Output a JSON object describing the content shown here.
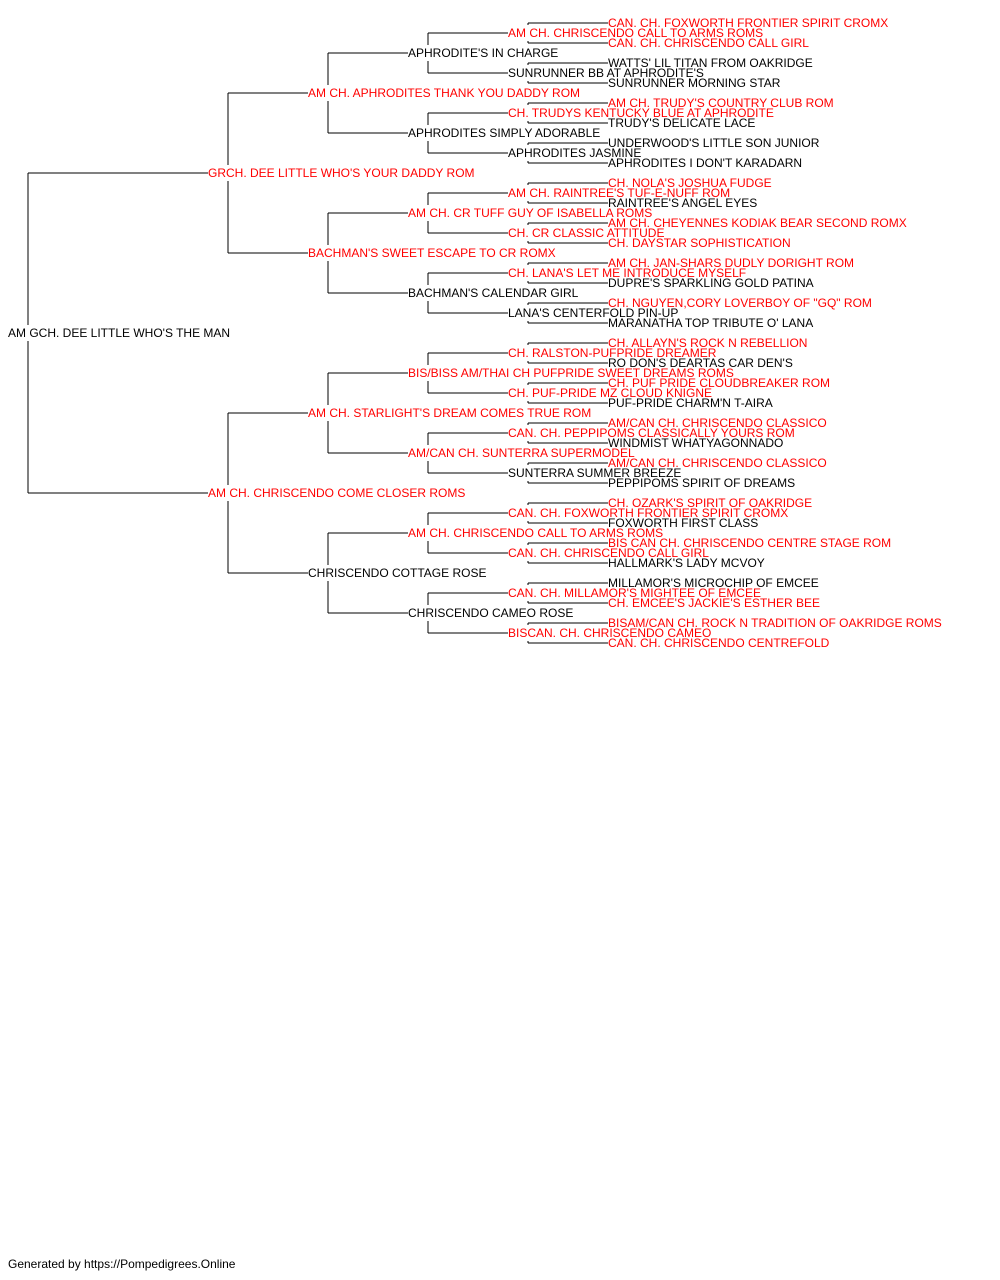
{
  "colors": {
    "titled": "#ff0000",
    "plain": "#000000",
    "line": "#000000"
  },
  "footer": "Generated by https://Pompedigrees.Online",
  "tree": {
    "name": "AM GCH. DEE LITTLE WHO'S THE MAN",
    "titled": false,
    "sire": {
      "name": "GRCH. DEE LITTLE WHO'S YOUR DADDY ROM",
      "titled": true,
      "sire": {
        "name": "AM CH. APHRODITES THANK YOU DADDY ROM",
        "titled": true,
        "sire": {
          "name": "APHRODITE'S IN CHARGE",
          "titled": false,
          "sire": {
            "name": "AM CH. CHRISCENDO CALL TO ARMS ROMS",
            "titled": true,
            "sire": {
              "name": "CAN. CH. FOXWORTH FRONTIER SPIRIT CROMX",
              "titled": true
            },
            "dam": {
              "name": "CAN. CH. CHRISCENDO CALL GIRL",
              "titled": true
            }
          },
          "dam": {
            "name": "SUNRUNNER BB AT APHRODITE'S",
            "titled": false,
            "sire": {
              "name": "WATTS' LIL TITAN FROM OAKRIDGE",
              "titled": false
            },
            "dam": {
              "name": "SUNRUNNER MORNING STAR",
              "titled": false
            }
          }
        },
        "dam": {
          "name": "APHRODITES SIMPLY ADORABLE",
          "titled": false,
          "sire": {
            "name": "CH. TRUDYS KENTUCKY BLUE AT APHRODITE",
            "titled": true,
            "sire": {
              "name": "AM CH. TRUDY'S COUNTRY CLUB ROM",
              "titled": true
            },
            "dam": {
              "name": "TRUDY'S DELICATE LACE",
              "titled": false
            }
          },
          "dam": {
            "name": "APHRODITES JASMINE",
            "titled": false,
            "sire": {
              "name": "UNDERWOOD'S LITTLE SON JUNIOR",
              "titled": false
            },
            "dam": {
              "name": "APHRODITES I DON'T KARADARN",
              "titled": false
            }
          }
        }
      },
      "dam": {
        "name": "BACHMAN'S SWEET ESCAPE TO CR ROMX",
        "titled": true,
        "sire": {
          "name": "AM CH. CR TUFF GUY OF ISABELLA ROMS",
          "titled": true,
          "sire": {
            "name": "AM CH. RAINTREE'S TUF-E-NUFF ROM",
            "titled": true,
            "sire": {
              "name": "CH. NOLA'S JOSHUA FUDGE",
              "titled": true
            },
            "dam": {
              "name": "RAINTREE'S ANGEL EYES",
              "titled": false
            }
          },
          "dam": {
            "name": "CH. CR CLASSIC ATTITUDE",
            "titled": true,
            "sire": {
              "name": "AM CH. CHEYENNES KODIAK BEAR SECOND ROMX",
              "titled": true
            },
            "dam": {
              "name": "CH. DAYSTAR SOPHISTICATION",
              "titled": true
            }
          }
        },
        "dam": {
          "name": "BACHMAN'S CALENDAR GIRL",
          "titled": false,
          "sire": {
            "name": "CH. LANA'S LET ME INTRODUCE MYSELF",
            "titled": true,
            "sire": {
              "name": "AM CH. JAN-SHARS DUDLY DORIGHT ROM",
              "titled": true
            },
            "dam": {
              "name": "DUPRE'S SPARKLING GOLD PATINA",
              "titled": false
            }
          },
          "dam": {
            "name": "LANA'S CENTERFOLD PIN-UP",
            "titled": false,
            "sire": {
              "name": "CH. NGUYEN,CORY LOVERBOY OF \"GQ\" ROM",
              "titled": true
            },
            "dam": {
              "name": "MARANATHA TOP TRIBUTE O' LANA",
              "titled": false
            }
          }
        }
      }
    },
    "dam": {
      "name": "AM CH. CHRISCENDO COME CLOSER ROMS",
      "titled": true,
      "sire": {
        "name": "AM CH. STARLIGHT'S DREAM COMES TRUE ROM",
        "titled": true,
        "sire": {
          "name": "BIS/BISS AM/THAI CH PUFPRIDE SWEET DREAMS ROMS",
          "titled": true,
          "sire": {
            "name": "CH. RALSTON-PUFPRIDE DREAMER",
            "titled": true,
            "sire": {
              "name": "CH. ALLAYN'S ROCK N REBELLION",
              "titled": true
            },
            "dam": {
              "name": "RO DON'S DEARTAS CAR DEN'S",
              "titled": false
            }
          },
          "dam": {
            "name": "CH. PUF-PRIDE MZ CLOUD KNIGNE",
            "titled": true,
            "sire": {
              "name": "CH. PUF PRIDE CLOUDBREAKER ROM",
              "titled": true
            },
            "dam": {
              "name": "PUF-PRIDE CHARM'N T-AIRA",
              "titled": false
            }
          }
        },
        "dam": {
          "name": "AM/CAN CH. SUNTERRA SUPERMODEL",
          "titled": true,
          "sire": {
            "name": "CAN. CH. PEPPIPOMS CLASSICALLY YOURS ROM",
            "titled": true,
            "sire": {
              "name": "AM/CAN CH. CHRISCENDO CLASSICO",
              "titled": true
            },
            "dam": {
              "name": "WINDMIST WHATYAGONNADO",
              "titled": false
            }
          },
          "dam": {
            "name": "SUNTERRA SUMMER BREEZE",
            "titled": false,
            "sire": {
              "name": "AM/CAN CH. CHRISCENDO CLASSICO",
              "titled": true
            },
            "dam": {
              "name": "PEPPIPOMS SPIRIT OF DREAMS",
              "titled": false
            }
          }
        }
      },
      "dam": {
        "name": "CHRISCENDO COTTAGE ROSE",
        "titled": false,
        "sire": {
          "name": "AM CH. CHRISCENDO CALL TO ARMS ROMS",
          "titled": true,
          "sire": {
            "name": "CAN. CH. FOXWORTH FRONTIER SPIRIT CROMX",
            "titled": true,
            "sire": {
              "name": "CH. OZARK'S SPIRIT OF OAKRIDGE",
              "titled": true
            },
            "dam": {
              "name": "FOXWORTH FIRST CLASS",
              "titled": false
            }
          },
          "dam": {
            "name": "CAN. CH. CHRISCENDO CALL GIRL",
            "titled": true,
            "sire": {
              "name": "BIS CAN CH. CHRISCENDO CENTRE STAGE ROM",
              "titled": true
            },
            "dam": {
              "name": "HALLMARK'S LADY MCVOY",
              "titled": false
            }
          }
        },
        "dam": {
          "name": "CHRISCENDO CAMEO ROSE",
          "titled": false,
          "sire": {
            "name": "CAN. CH. MILLAMOR'S MIGHTEE OF EMCEE",
            "titled": true,
            "sire": {
              "name": "MILLAMOR'S MICROCHIP OF EMCEE",
              "titled": false
            },
            "dam": {
              "name": "CH. EMCEE'S JACKIE'S ESTHER BEE",
              "titled": true
            }
          },
          "dam": {
            "name": "BISCAN. CH. CHRISCENDO CAMEO",
            "titled": true,
            "sire": {
              "name": "BISAM/CAN CH. ROCK N TRADITION OF OAKRIDGE ROMS",
              "titled": true
            },
            "dam": {
              "name": "CAN. CH. CHRISCENDO CENTREFOLD",
              "titled": true
            }
          }
        }
      }
    }
  }
}
